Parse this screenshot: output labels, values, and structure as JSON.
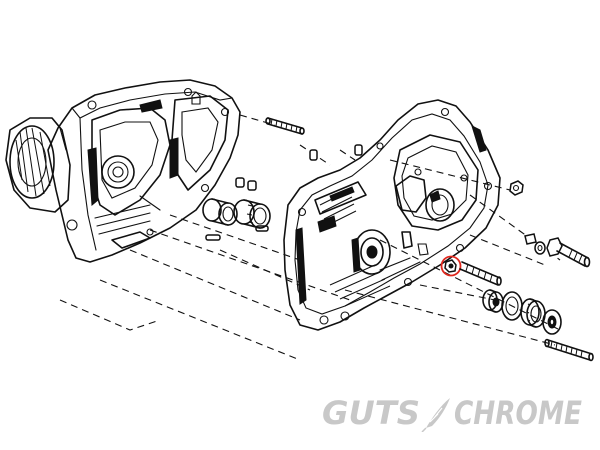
{
  "logo": {
    "part1": "GUTS",
    "part2": "CHROME",
    "color": "#c8c8c8"
  },
  "highlight": {
    "color": "#e0281e",
    "label": "highlighted-part"
  }
}
